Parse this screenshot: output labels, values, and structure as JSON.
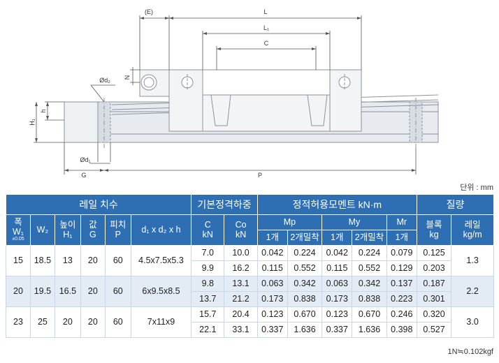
{
  "drawing": {
    "labels": {
      "E": "(E)",
      "L": "L",
      "L1": "L₁",
      "C": "C",
      "N": "N",
      "d2": "Ød₂",
      "h": "h",
      "H1": "H₁",
      "d1": "Ød₁",
      "G": "G",
      "P": "P"
    }
  },
  "unit_note": "단위 : mm",
  "table": {
    "headers": {
      "rail_dims": "레일 치수",
      "basic_load": "기본정격하중",
      "static_moment": "정적허용모멘트 kN·m",
      "mass": "질량",
      "width_line1": "폭",
      "width_line2": "W₁",
      "width_tol": "±0.05",
      "w2": "W₂",
      "height_line1": "높이",
      "height_line2": "H₁",
      "g_line1": "값",
      "g_line2": "G",
      "pitch_line1": "피치",
      "pitch_line2": "P",
      "bolt": "d₁ x d₂ x h",
      "c_line1": "C",
      "c_line2": "kN",
      "co_line1": "Co",
      "co_line2": "kN",
      "mp": "Mp",
      "my": "My",
      "mr": "Mr",
      "block_line1": "블록",
      "block_line2": "kg",
      "rail_line1": "레일",
      "rail_line2": "kg/m",
      "one": "1개",
      "two": "2개밀착"
    },
    "groups": [
      {
        "w1": "15",
        "w2": "18.5",
        "h1": "13",
        "g": "20",
        "p": "60",
        "bolt": "4.5x7.5x5.3",
        "rail_kg": "1.3",
        "rows": [
          {
            "c": "7.0",
            "co": "10.0",
            "mp1": "0.042",
            "mp2": "0.224",
            "my1": "0.042",
            "my2": "0.224",
            "mr": "0.079",
            "block": "0.125"
          },
          {
            "c": "9.9",
            "co": "16.2",
            "mp1": "0.115",
            "mp2": "0.552",
            "my1": "0.115",
            "my2": "0.552",
            "mr": "0.129",
            "block": "0.203"
          }
        ]
      },
      {
        "w1": "20",
        "w2": "19.5",
        "h1": "16.5",
        "g": "20",
        "p": "60",
        "bolt": "6x9.5x8.5",
        "rail_kg": "2.2",
        "rows": [
          {
            "c": "9.8",
            "co": "13.1",
            "mp1": "0.063",
            "mp2": "0.342",
            "my1": "0.063",
            "my2": "0.342",
            "mr": "0.137",
            "block": "0.187"
          },
          {
            "c": "13.7",
            "co": "21.2",
            "mp1": "0.173",
            "mp2": "0.838",
            "my1": "0.173",
            "my2": "0.838",
            "mr": "0.223",
            "block": "0.301"
          }
        ]
      },
      {
        "w1": "23",
        "w2": "25",
        "h1": "20",
        "g": "20",
        "p": "60",
        "bolt": "7x11x9",
        "rail_kg": "3.0",
        "rows": [
          {
            "c": "15.7",
            "co": "20.4",
            "mp1": "0.123",
            "mp2": "0.670",
            "my1": "0.123",
            "my2": "0.670",
            "mr": "0.246",
            "block": "0.320"
          },
          {
            "c": "22.1",
            "co": "33.1",
            "mp1": "0.337",
            "mp2": "1.636",
            "my1": "0.337",
            "mp2b": "1.636",
            "my2": "1.636",
            "mr": "0.398",
            "block": "0.527"
          }
        ]
      }
    ]
  },
  "conversion_note": "1N≒0.102kgf"
}
